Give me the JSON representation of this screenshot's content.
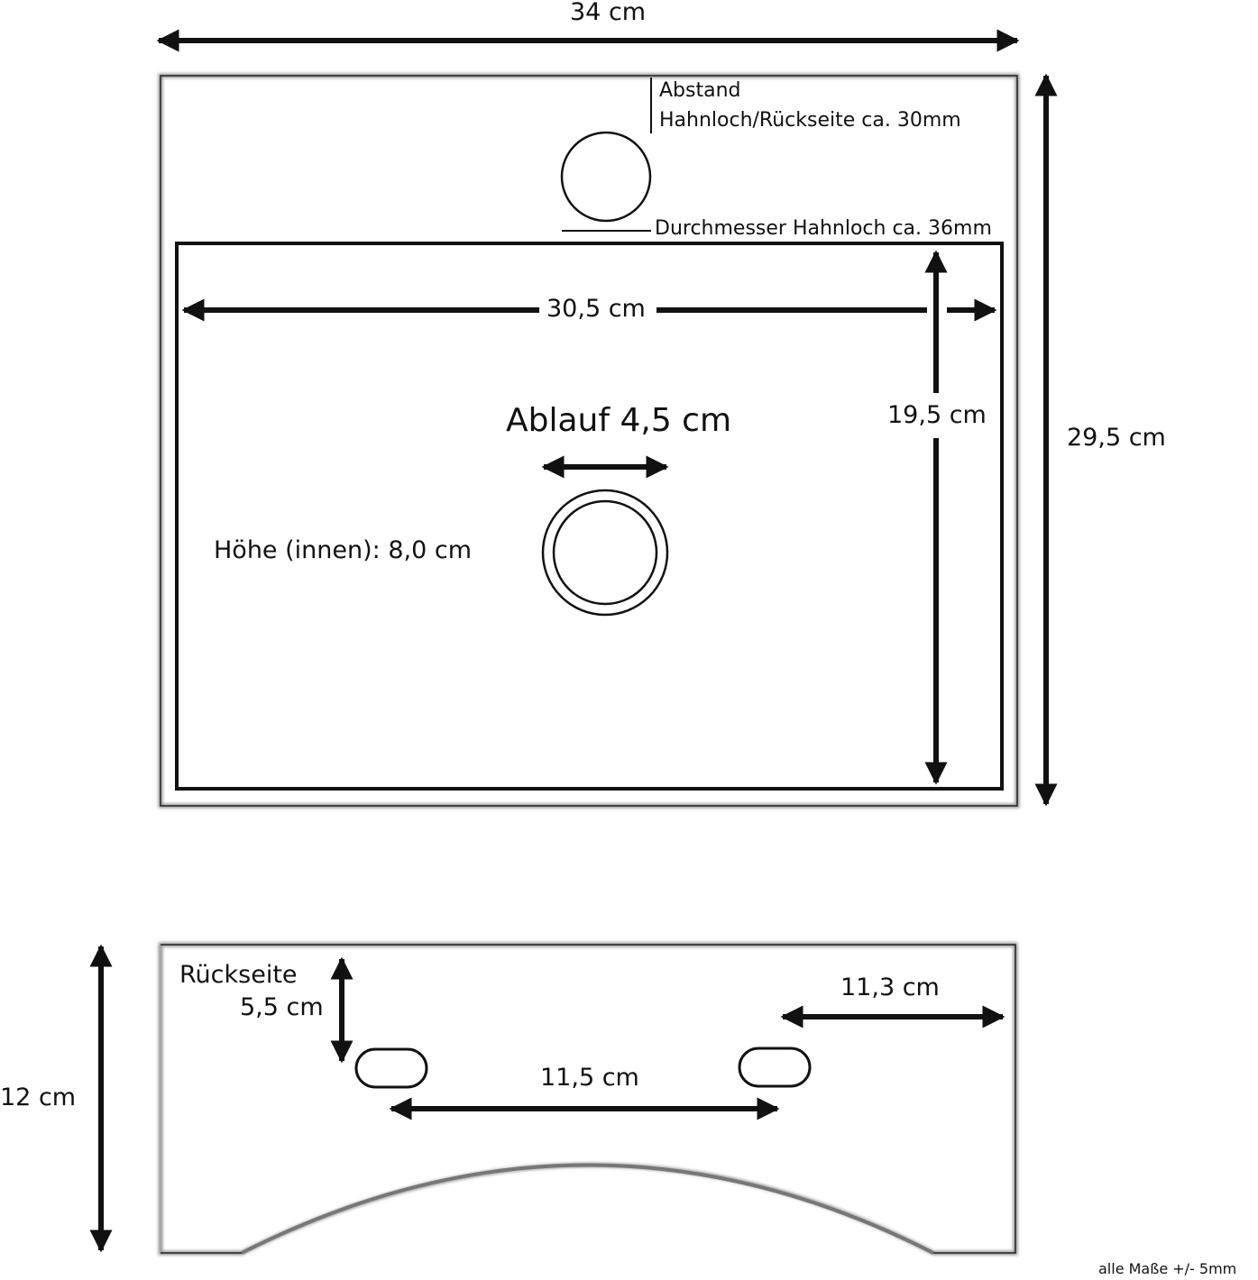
{
  "top_view": {
    "width_total": "34 cm",
    "depth_total": "29,5 cm",
    "inner_width": "30,5 cm",
    "inner_depth": "19,5 cm",
    "drain": "Ablauf 4,5 cm",
    "inner_height": "Höhe (innen): 8,0 cm",
    "tap_distance_line1": "Abstand",
    "tap_distance_line2": "Hahnloch/Rückseite ca. 30mm",
    "tap_diameter": "Durchmesser Hahnloch ca. 36mm"
  },
  "back_view": {
    "title": "Rückseite",
    "height_total": "12 cm",
    "hole_height": "5,5 cm",
    "hole_spacing": "11,5 cm",
    "edge_distance": "11,3 cm"
  },
  "footnote": "alle Maße +/- 5mm",
  "colors": {
    "line": "#111111",
    "outline_shadow": "#9a9a9a",
    "arc": "#777777"
  }
}
